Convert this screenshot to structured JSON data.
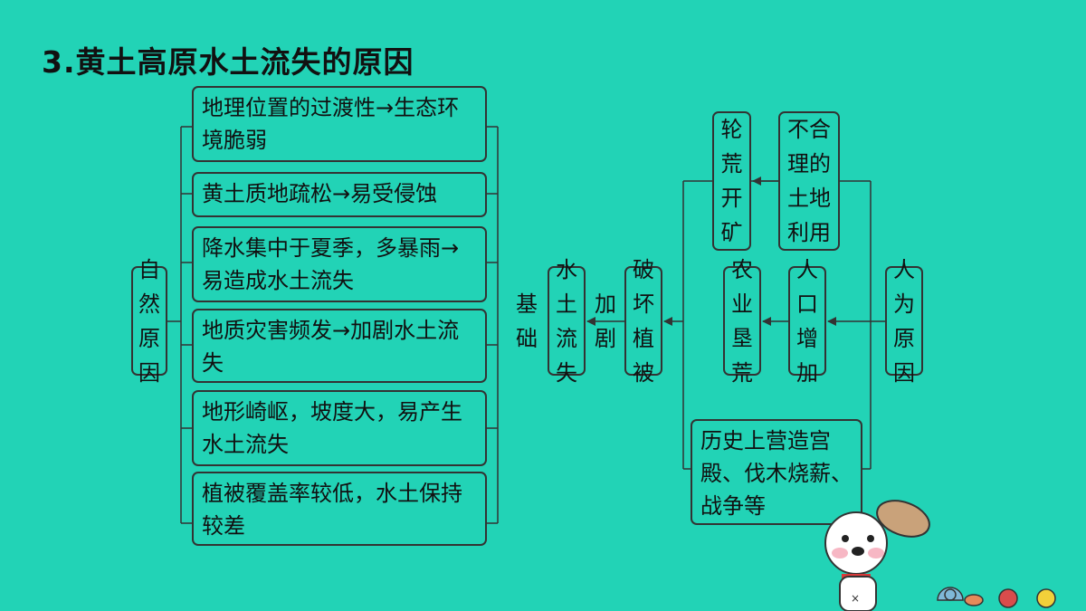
{
  "title": "3.黄土高原水土流失的原因",
  "natural": {
    "label": "自然原因",
    "factors": [
      "地理位置的过渡性→生态环境脆弱",
      "黄土质地疏松→易受侵蚀",
      "降水集中于夏季，多暴雨→易造成水土流失",
      "地质灾害频发→加剧水土流失",
      "地形崎岖，坡度大，易产生水土流失",
      "植被覆盖率较低，水土保持较差"
    ]
  },
  "link_basis": "基础",
  "result": "水土流失",
  "link_aggravate": "加剧",
  "vegetation_damage": "破坏植被",
  "human": {
    "label": "人为原因",
    "land_use": "不合理的土地利用",
    "land_use_effect": "轮荒开矿",
    "population": "人口增加",
    "population_effect": "农业垦荒",
    "history": "历史上营造宫殿、伐木烧薪、战争等"
  },
  "colors": {
    "background": "#22d3b6",
    "line": "#333333",
    "text": "#111111"
  }
}
